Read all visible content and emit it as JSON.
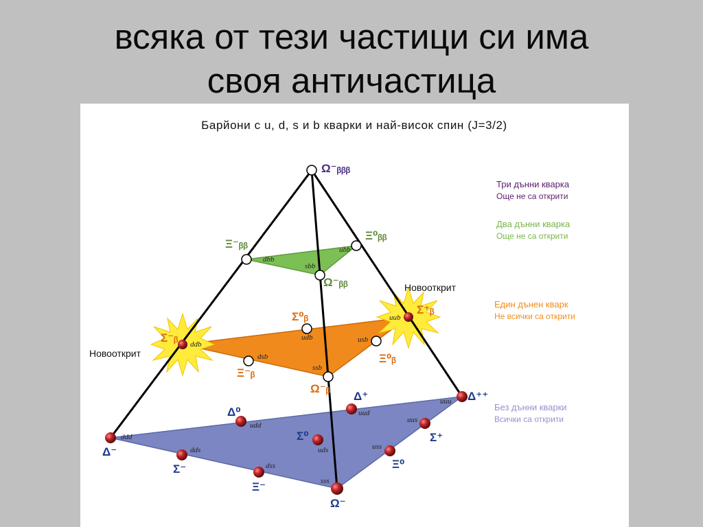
{
  "slide": {
    "title_line1": "всяка от тези частици си има",
    "title_line2": "своя античастица"
  },
  "diagram": {
    "heading": "Барйони с u, d, s и b кварки и най-висок спин (J=3/2)",
    "callout_left": "Новооткрит",
    "callout_right": "Новооткрит",
    "legend": [
      {
        "title": "Три дънни кварка",
        "subtitle": "Още не са открити",
        "title_color": "#5b1e6e",
        "subtitle_color": "#5b1e6e"
      },
      {
        "title": "Два дънни кварка",
        "subtitle": "Още не са открити",
        "title_color": "#7ab648",
        "subtitle_color": "#7ab648"
      },
      {
        "title": "Един дънен кварк",
        "subtitle": "Не всички са открити",
        "title_color": "#f28c1c",
        "subtitle_color": "#f28c1c"
      },
      {
        "title": "Без дънни кварки",
        "subtitle": "Всички са открити",
        "title_color": "#9b8fcf",
        "subtitle_color": "#9b8fcf"
      }
    ],
    "colors": {
      "top_plane": "#7cbf55",
      "mid_plane": "#f08a1c",
      "bottom_plane": "#7b86c2",
      "discovered_ball": "#b22222",
      "undiscovered_ball": "#ffffff",
      "label_purple": "#4b2f86",
      "label_green": "#5f8a3a",
      "label_orange": "#d96c10",
      "label_blue": "#1e3a8a",
      "starburst": "#ffeb3b"
    },
    "labels": {
      "omega_bbb": "Ω⁻ᵦᵦᵦ",
      "xi_bb_minus": "Ξ⁻ᵦᵦ",
      "xi_bb_zero": "Ξ⁰ᵦᵦ",
      "omega_bb": "Ω⁻ᵦᵦ",
      "sigma_b_minus": "Σ⁻ᵦ",
      "sigma_b_plus": "Σ⁺ᵦ",
      "sigma_b_zero": "Σ⁰ᵦ",
      "xi_b_minus": "Ξ⁻ᵦ",
      "xi_b_zero": "Ξ⁰ᵦ",
      "omega_b": "Ω⁻ᵦ",
      "delta_minus": "Δ⁻",
      "delta_zero": "Δ⁰",
      "delta_plus": "Δ⁺",
      "delta_plusplus": "Δ⁺⁺",
      "sigma_minus": "Σ⁻",
      "sigma_zero": "Σ⁰",
      "sigma_plus": "Σ⁺",
      "xi_minus": "Ξ⁻",
      "xi_zero": "Ξ⁰",
      "omega_minus": "Ω⁻"
    },
    "quarks": {
      "dbb": "dbb",
      "ubb": "ubb",
      "sbb": "sbb",
      "ddb": "ddb",
      "udb": "udb",
      "uub": "uub",
      "dsb": "dsb",
      "usb": "usb",
      "ssb": "ssb",
      "ddd": "ddd",
      "udd": "udd",
      "uud": "uud",
      "uuu": "uuu",
      "dds": "dds",
      "uds": "uds",
      "uus": "uus",
      "dss": "dss",
      "uss": "uss",
      "sss": "sss"
    }
  }
}
